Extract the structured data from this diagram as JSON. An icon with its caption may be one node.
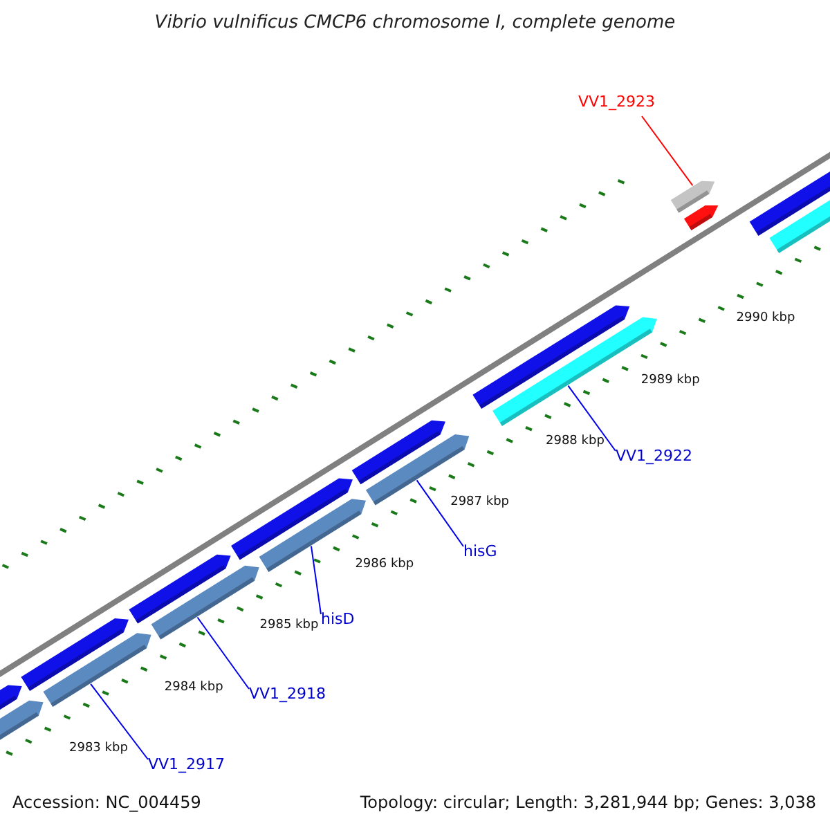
{
  "diagram": {
    "title": "Vibrio vulnificus CMCP6 chromosome I, complete genome",
    "nodes": [
      {
        "text": [
          "VV1_2923"
        ]
      },
      {
        "text": [],
        "shape": "bar"
      },
      {
        "text": [
          "VV1_2922"
        ]
      },
      {
        "text": [],
        "shape": "bar"
      },
      {
        "text": [
          "hisG"
        ]
      },
      {
        "text": [],
        "shape": "bar"
      },
      {
        "text": [
          "hisD"
        ]
      },
      {
        "text": [],
        "shape": "bar"
      },
      {
        "text": [
          "VV1_2918"
        ]
      },
      {
        "text": [],
        "shape": "bar"
      },
      {
        "text": [
          "VV1_2917"
        ]
      },
      {
        "text": [],
        "shape": "bar"
      }
    ],
    "edges": [
      {
        "from": 0,
        "to": 1,
        "arrow": "none",
        "color": "#ff0000"
      },
      {
        "from": 2,
        "to": 3,
        "arrow": "none"
      },
      {
        "from": 4,
        "to": 5,
        "arrow": "none"
      },
      {
        "from": 6,
        "to": 7,
        "arrow": "none"
      },
      {
        "from": 8,
        "to": 9,
        "arrow": "none"
      },
      {
        "from": 10,
        "to": 11,
        "arrow": "none"
      }
    ],
    "labels": [
      "2990 kbp",
      "2989 kbp",
      "2988 kbp",
      "2987 kbp",
      "2986 kbp",
      "2985 kbp",
      "2984 kbp",
      "2983 kbp",
      "Accession: NC_004459",
      "Topology: circular; Length: 3,281,944 bp; Genes: 3,038"
    ]
  }
}
